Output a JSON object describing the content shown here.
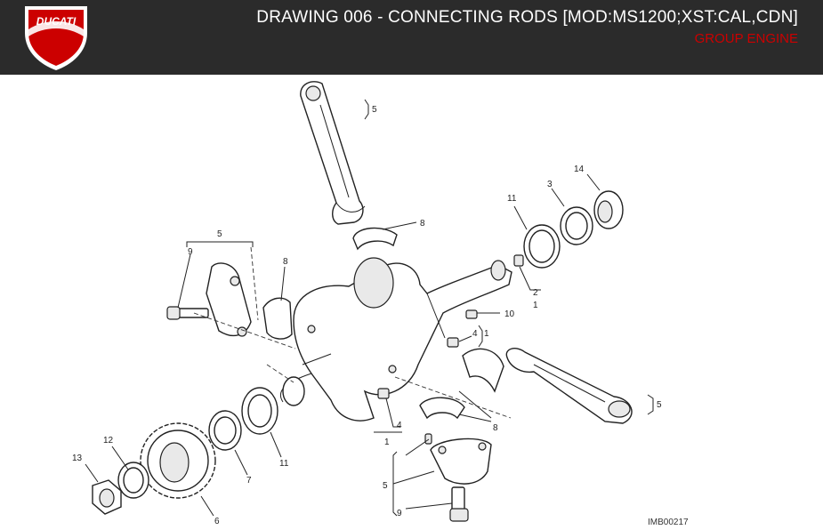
{
  "header": {
    "title": "DRAWING 006 - CONNECTING RODS [MOD:MS1200;XST:CAL,CDN]",
    "subtitle": "GROUP ENGINE",
    "logo_text": "DUCATI",
    "background_color": "#2b2b2b",
    "accent_color": "#cc0000"
  },
  "drawing": {
    "reference": "IMB00217",
    "callouts": {
      "c5_top": "5",
      "c8_top": "8",
      "c14": "14",
      "c3": "3",
      "c11_right": "11",
      "c5_left": "5",
      "c9_left": "9",
      "c8_left": "8",
      "c2": "2",
      "c1_right": "1",
      "c10": "10",
      "c4_mid": "4",
      "c1_mid": "1",
      "c5_right": "5",
      "c8_bottom": "8",
      "c4_bottom": "4",
      "c1_bottom": "1",
      "c12": "12",
      "c13": "13",
      "c7": "7",
      "c11_bottom": "11",
      "c6": "6",
      "c5_bottom": "5",
      "c9_bottom": "9"
    }
  }
}
